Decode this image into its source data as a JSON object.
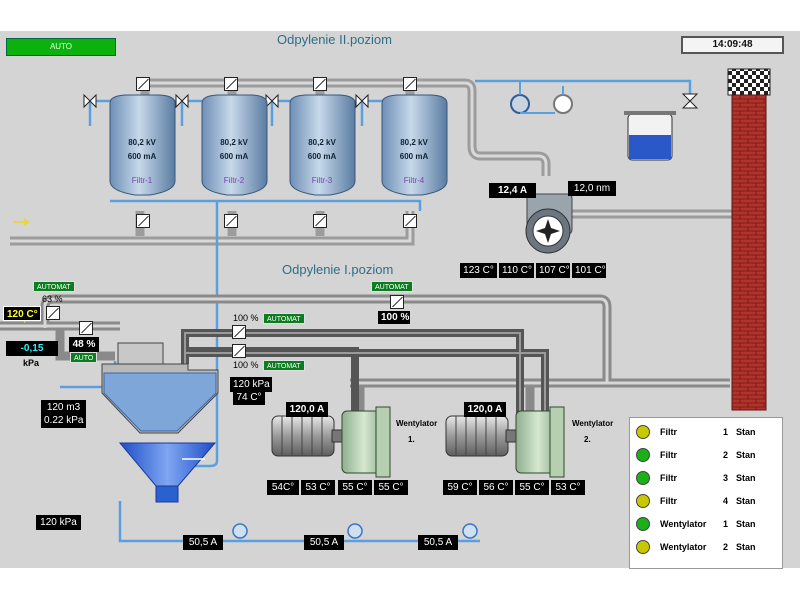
{
  "header": {
    "mode": "AUTO",
    "clock": "14:09:48"
  },
  "sections": {
    "stage2": "Odpylenie II.poziom",
    "stage1": "Odpylenie I.poziom"
  },
  "filters": [
    {
      "voltage": "80,2 kV",
      "current": "600 mA",
      "name": "Filtr-1"
    },
    {
      "voltage": "80,2 kV",
      "current": "600 mA",
      "name": "Filtr-2"
    },
    {
      "voltage": "80,2 kV",
      "current": "600 mA",
      "name": "Filtr-3"
    },
    {
      "voltage": "80,2 kV",
      "current": "600 mA",
      "name": "Filtr-4"
    }
  ],
  "main_fan": {
    "current": "12,4 A",
    "rpm": "12,0 nm",
    "temps": [
      "123 C°",
      "110 C°",
      "107 C°",
      "101 C°"
    ]
  },
  "inlet": {
    "temp": "120 C°",
    "damper_mode": "AUTOMAT",
    "damper_pct": "63 %",
    "pressure": "-0,15",
    "pressure_unit": "kPa",
    "valve_pct": "48 %",
    "valve_mode": "AUTO"
  },
  "right_damper": {
    "mode": "AUTOMAT",
    "pct": "100 %"
  },
  "mid_dampers": [
    {
      "pct": "100 %",
      "mode": "AUTOMAT"
    },
    {
      "pct": "100 %",
      "mode": "AUTOMAT"
    }
  ],
  "cyclone": {
    "pressure": "120 kPa",
    "temp": "74 C°",
    "flow": "120 m3",
    "flow_pressure": "0.22 kPa",
    "hopper_pressure": "120 kPa"
  },
  "fan1": {
    "current": "120,0 A",
    "label_line1": "Wentylator",
    "label_line2": "1.",
    "temps": [
      "54C°",
      "53 C°",
      "55 C°",
      "55 C°"
    ]
  },
  "fan2": {
    "current": "120,0 A",
    "label_line1": "Wentylator",
    "label_line2": "2.",
    "temps": [
      "59 C°",
      "56 C°",
      "55 C°",
      "53 C°"
    ]
  },
  "conveyor_currents": [
    "50,5 A",
    "50,5 A",
    "50,5 A"
  ],
  "legend": [
    {
      "name": "Filtr",
      "num": "1",
      "state": "Stan",
      "color": "#c8c800"
    },
    {
      "name": "Filtr",
      "num": "2",
      "state": "Stan",
      "color": "#19b019"
    },
    {
      "name": "Filtr",
      "num": "3",
      "state": "Stan",
      "color": "#19b019"
    },
    {
      "name": "Filtr",
      "num": "4",
      "state": "Stan",
      "color": "#c8c800"
    },
    {
      "name": "Wentylator",
      "num": "1",
      "state": "Stan",
      "color": "#19b019"
    },
    {
      "name": "Wentylator",
      "num": "2",
      "state": "Stan",
      "color": "#c8c800"
    }
  ],
  "colors": {
    "panel": "#d4d4d4",
    "pipe": "#c4c4c4",
    "water": "#5aa0e0",
    "chimney": "#b0302a",
    "status_green": "#0db10d"
  }
}
